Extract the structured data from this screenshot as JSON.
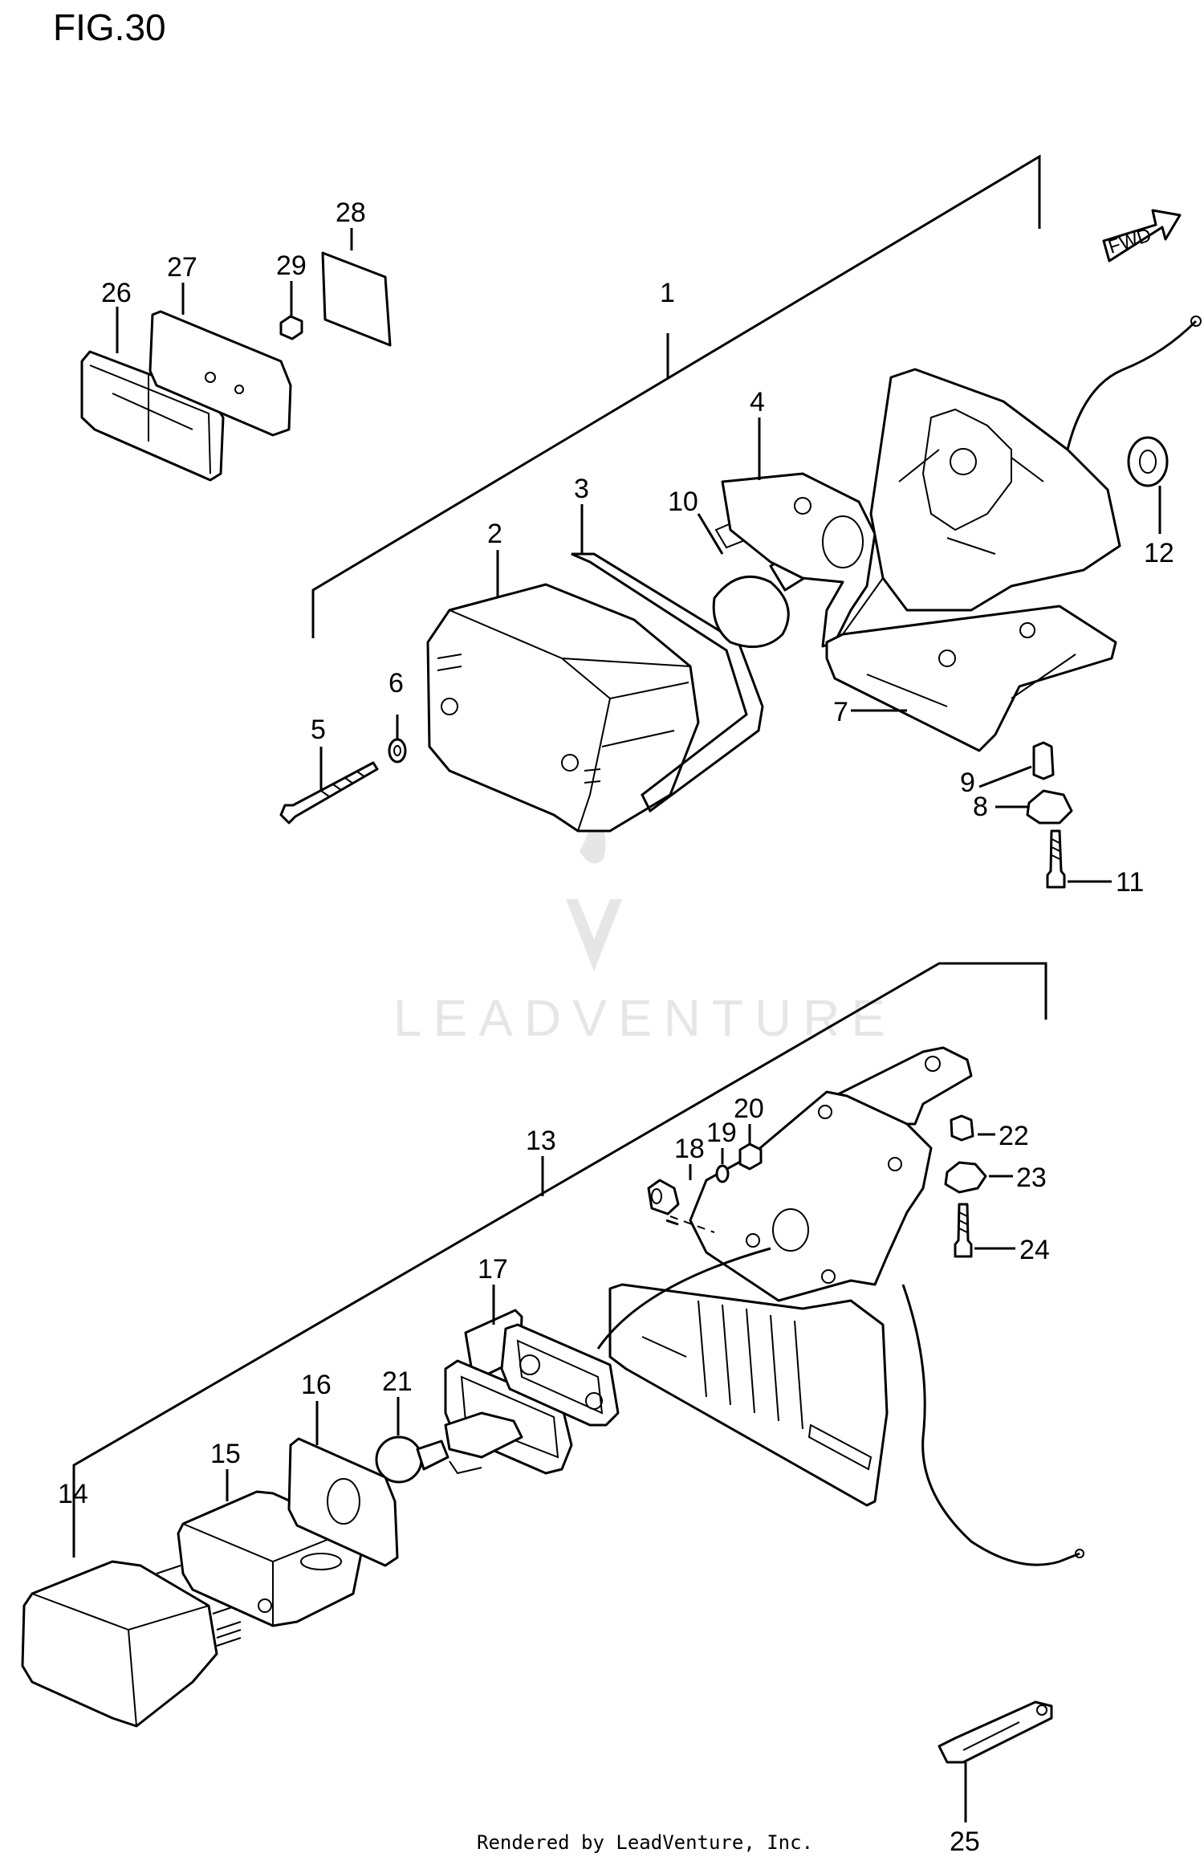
{
  "figure": {
    "title": "FIG.30"
  },
  "direction_badge": {
    "label": "FWD"
  },
  "watermark": {
    "brand": "LEADVENTURE"
  },
  "footer": {
    "credit": "Rendered by LeadVenture, Inc."
  },
  "callouts": [
    "1",
    "2",
    "3",
    "4",
    "5",
    "6",
    "7",
    "8",
    "9",
    "10",
    "11",
    "12",
    "13",
    "14",
    "15",
    "16",
    "17",
    "18",
    "19",
    "20",
    "21",
    "22",
    "23",
    "24",
    "25",
    "26",
    "27",
    "28",
    "29"
  ]
}
